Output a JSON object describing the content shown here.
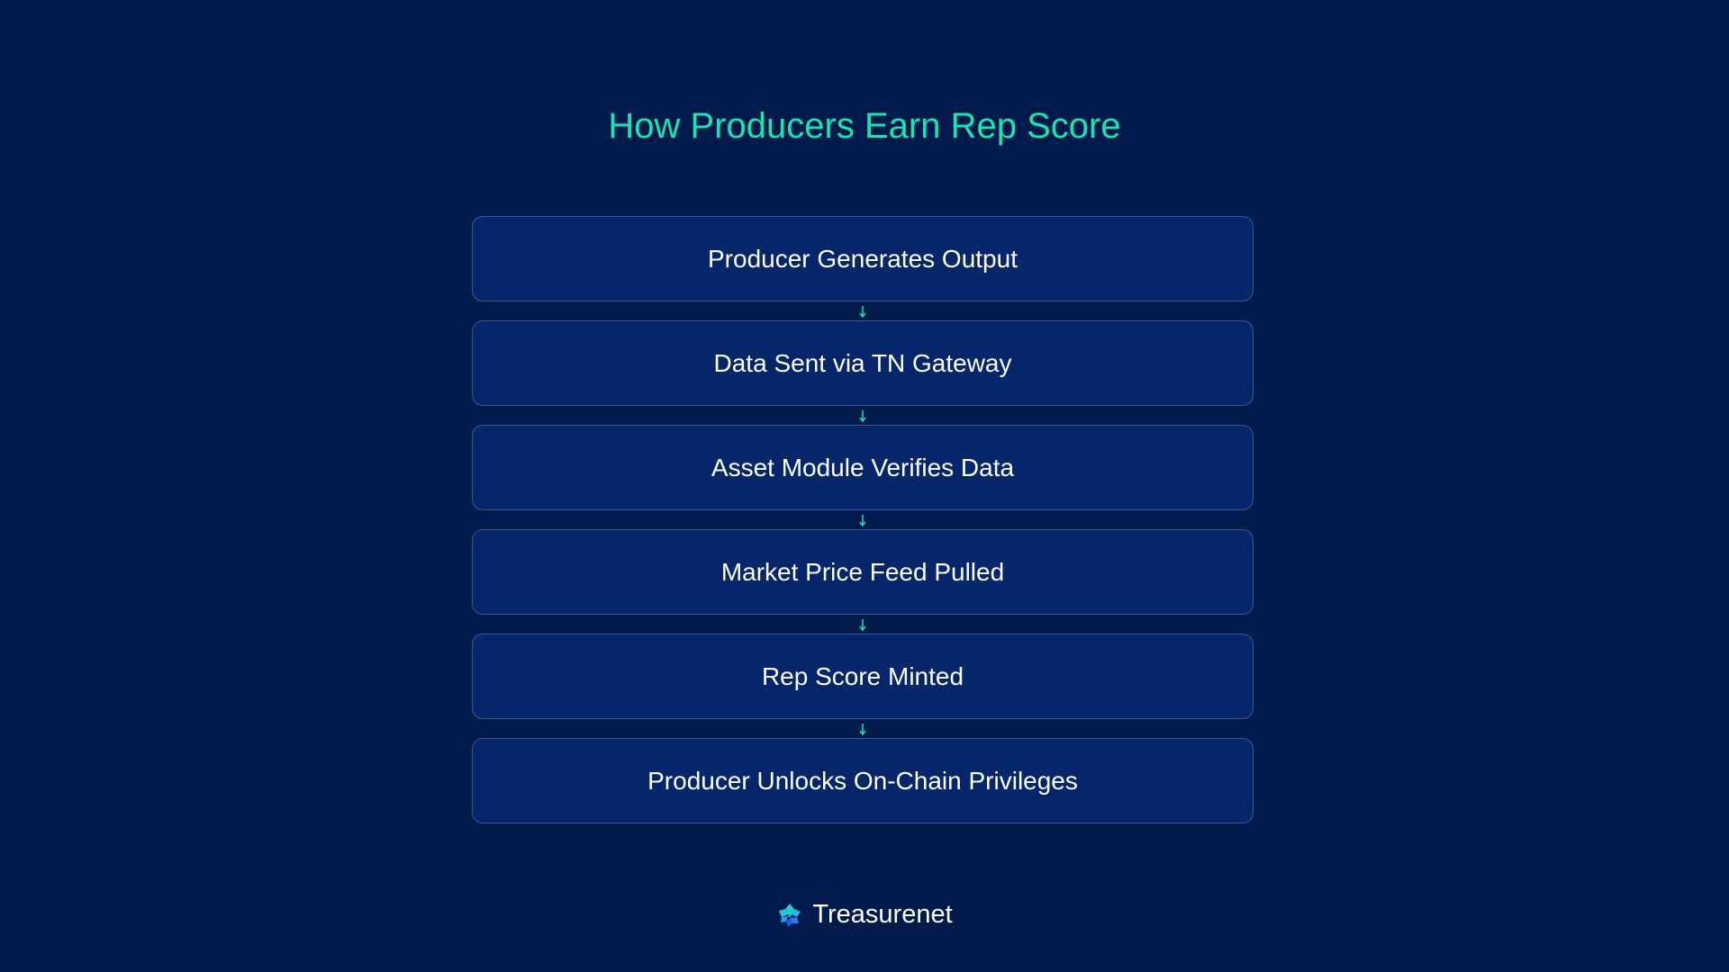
{
  "title": "How Producers Earn Rep Score",
  "steps": [
    {
      "label": "Producer Generates Output"
    },
    {
      "label": "Data Sent via TN Gateway"
    },
    {
      "label": "Asset Module Verifies Data"
    },
    {
      "label": "Market Price Feed Pulled"
    },
    {
      "label": "Rep Score Minted"
    },
    {
      "label": "Producer Unlocks On-Chain Privileges"
    }
  ],
  "footer": {
    "brand": "Treasurenet",
    "logo_icon": "treasurenet-logo-icon"
  },
  "colors": {
    "background": "#001b4b",
    "accent": "#19e3b1",
    "box_fill": "#06266b",
    "box_border": "#3a5692",
    "text": "#ffffff"
  }
}
